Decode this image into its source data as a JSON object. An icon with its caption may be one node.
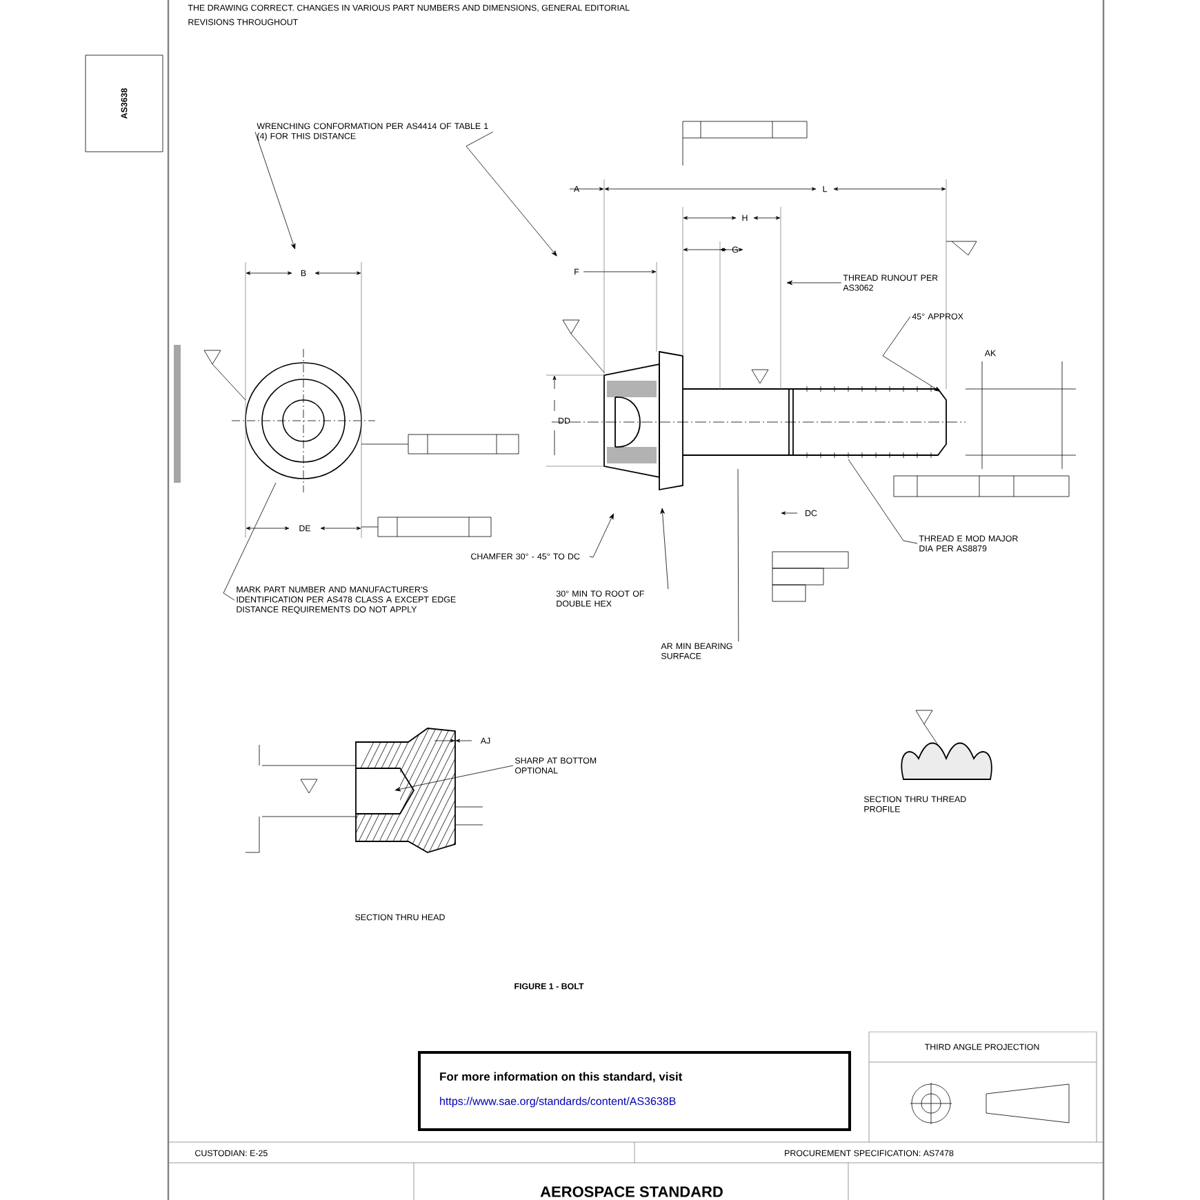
{
  "diagram": {
    "title": "FIGURE 1 - BOLT",
    "nodes": [
      {
        "text": [
          "WRENCHING CONFORMATION PER AS4414 OF TABLE 1 (4) FOR THIS DISTANCE"
        ]
      },
      {
        "text": [
          "THREAD RUNOUT PER AS3062"
        ]
      },
      {
        "text": [
          "45° APPROX"
        ]
      },
      {
        "text": [
          "THREAD E MOD MAJOR DIA PER AS8879"
        ]
      },
      {
        "text": [
          "CHAMFER 30° - 45° TO DC"
        ]
      },
      {
        "text": [
          "30° MIN TO ROOT OF DOUBLE HEX"
        ]
      },
      {
        "text": [
          "MARK PART NUMBER AND MANUFACTURER'S IDENTIFICATION PER AS478 CLASS A EXCEPT EDGE DISTANCE REQUIREMENTS DO NOT APPLY"
        ]
      },
      {
        "text": [
          "AR MIN BEARING SURFACE"
        ]
      },
      {
        "text": [
          "SHARP AT BOTTOM OPTIONAL"
        ]
      },
      {
        "text": [
          "For more information on this standard, visit",
          "https://www.sae.org/standards/content/AS3638B"
        ]
      },
      {
        "text": [],
        "shape": "picture"
      }
    ],
    "edges": [
      {
        "from": 0,
        "to": 10,
        "arrow": "to"
      },
      {
        "from": 0,
        "to": null,
        "arrow": "to"
      },
      {
        "from": 1,
        "to": null,
        "arrow": "to"
      },
      {
        "from": 2,
        "to": null,
        "arrow": "to"
      },
      {
        "from": 3,
        "to": null,
        "arrow": "none"
      },
      {
        "from": 4,
        "to": null,
        "arrow": "to"
      },
      {
        "from": 5,
        "to": null,
        "arrow": "to"
      },
      {
        "from": 6,
        "to": 10,
        "arrow": "none"
      },
      {
        "from": 7,
        "to": null,
        "arrow": "none"
      },
      {
        "from": 8,
        "to": null,
        "arrow": "to"
      }
    ],
    "labels": [
      "THE DRAWING CORRECT. CHANGES IN VARIOUS PART NUMBERS AND DIMENSIONS, GENERAL EDITORIAL",
      "REVISIONS THROUGHOUT",
      "AS3638",
      "B",
      "DE",
      "A",
      "L",
      "H",
      "G",
      "F",
      "DD",
      "DC",
      "AK",
      "AJ",
      "SECTION THRU HEAD",
      "SECTION THRU THREAD PROFILE",
      "THIRD ANGLE PROJECTION",
      "CUSTODIAN: E-25",
      "PROCUREMENT SPECIFICATION: AS7478",
      "AEROSPACE STANDARD"
    ]
  }
}
